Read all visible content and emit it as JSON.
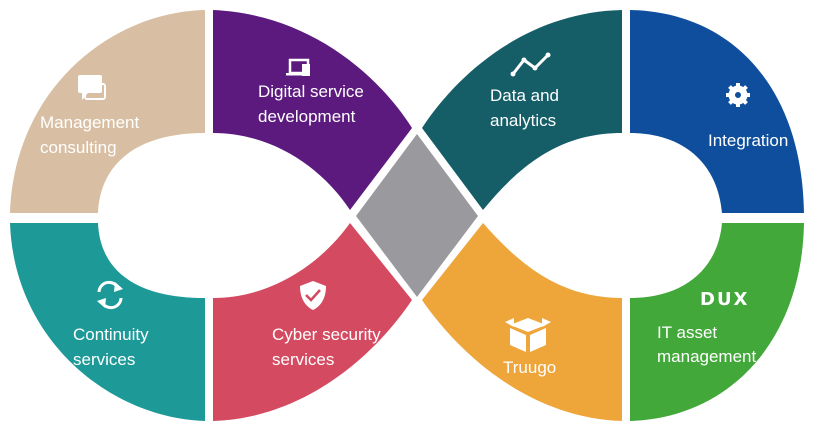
{
  "segments": {
    "management_consulting": {
      "line1": "Management",
      "line2": "consulting",
      "color": "#d8bfa3",
      "icon": "chat-bubbles-icon"
    },
    "digital_service": {
      "line1": "Digital service",
      "line2": "development",
      "color": "#5c1a7f",
      "icon": "devices-icon"
    },
    "data_analytics": {
      "line1": "Data and",
      "line2": "analytics",
      "color": "#155e67",
      "icon": "line-chart-icon"
    },
    "integration": {
      "line1": "Integration",
      "color": "#0e4e9c",
      "icon": "gear-icon"
    },
    "continuity": {
      "line1": "Continuity",
      "line2": "services",
      "color": "#1d9a98",
      "icon": "refresh-icon"
    },
    "cyber_security": {
      "line1": "Cyber security",
      "line2": "services",
      "color": "#d44a60",
      "icon": "shield-check-icon"
    },
    "truugo": {
      "line1": "Truugo",
      "color": "#eea53a",
      "icon": "box-icon"
    },
    "it_asset": {
      "line1": "IT asset",
      "line2": "management",
      "logo": "DUX",
      "color": "#42a83a"
    },
    "center": {
      "color": "#9a9a9e"
    }
  }
}
